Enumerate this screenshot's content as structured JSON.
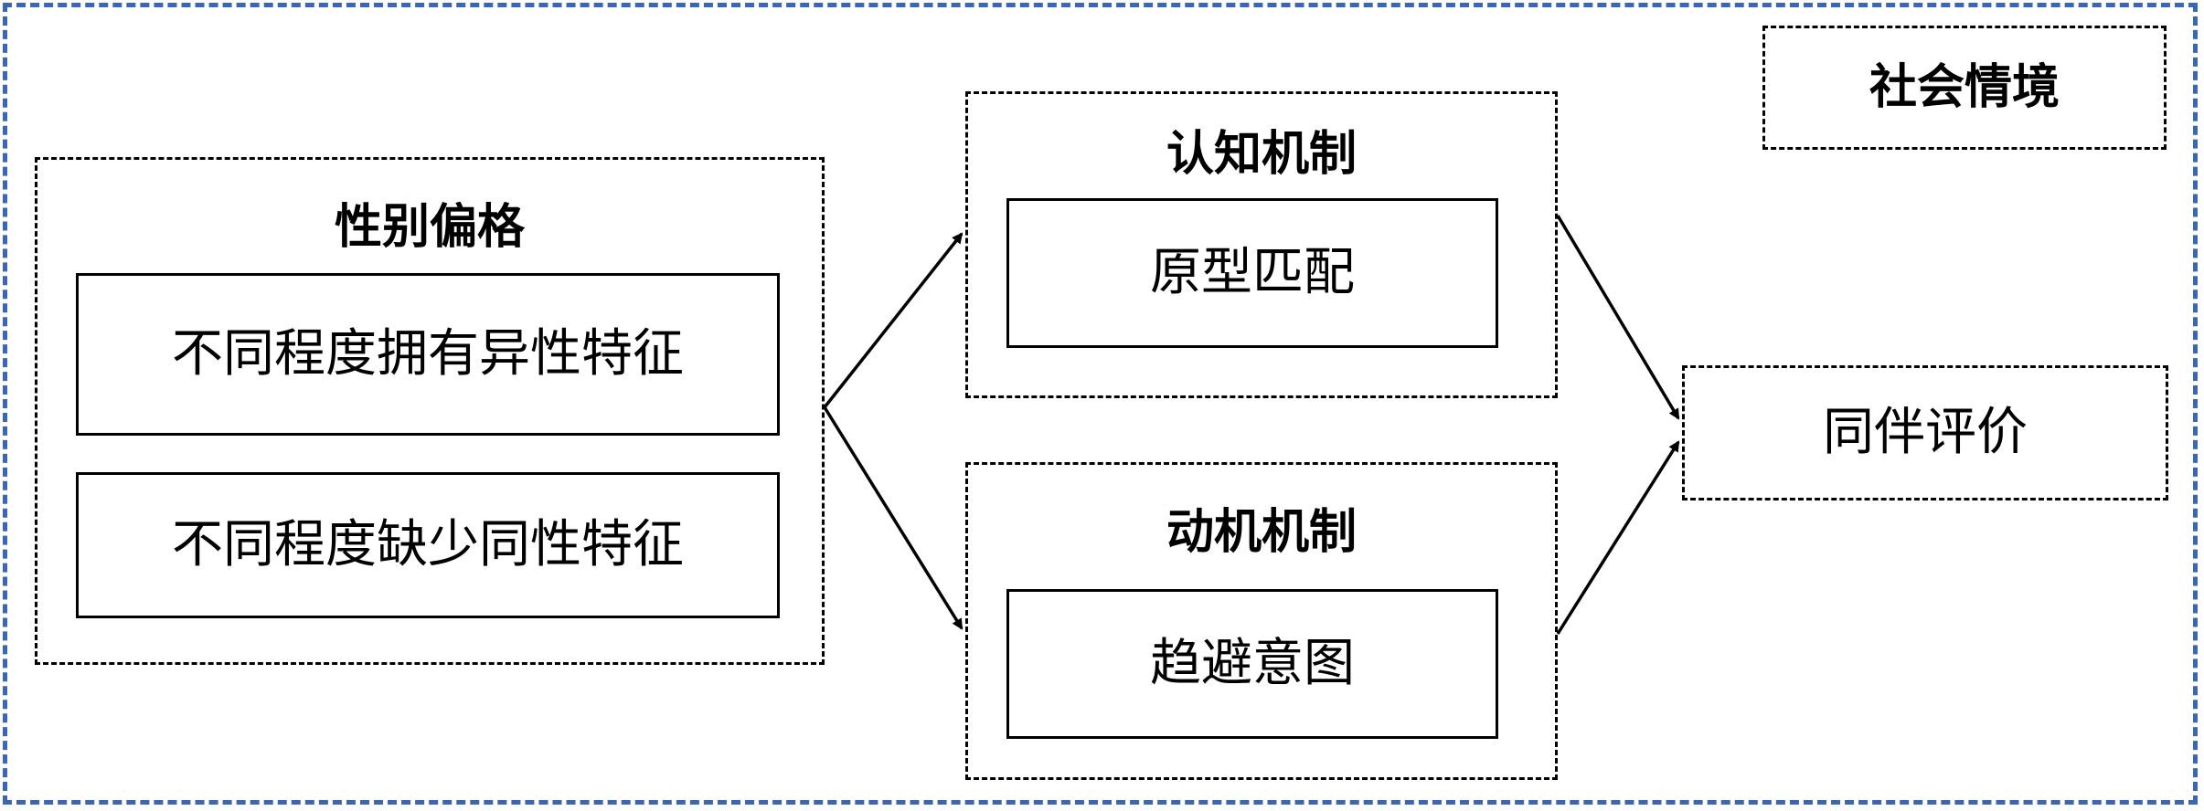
{
  "context": {
    "label": "社会情境"
  },
  "gender_bias": {
    "title": "性别偏格",
    "items": [
      "不同程度拥有异性特征",
      "不同程度缺少同性特征"
    ]
  },
  "cognitive": {
    "title": "认知机制",
    "item": "原型匹配"
  },
  "motivational": {
    "title": "动机机制",
    "item": "趋避意图"
  },
  "outcome": {
    "label": "同伴评价"
  },
  "colors": {
    "outer_border": "#3a66b5",
    "line": "#000000"
  }
}
